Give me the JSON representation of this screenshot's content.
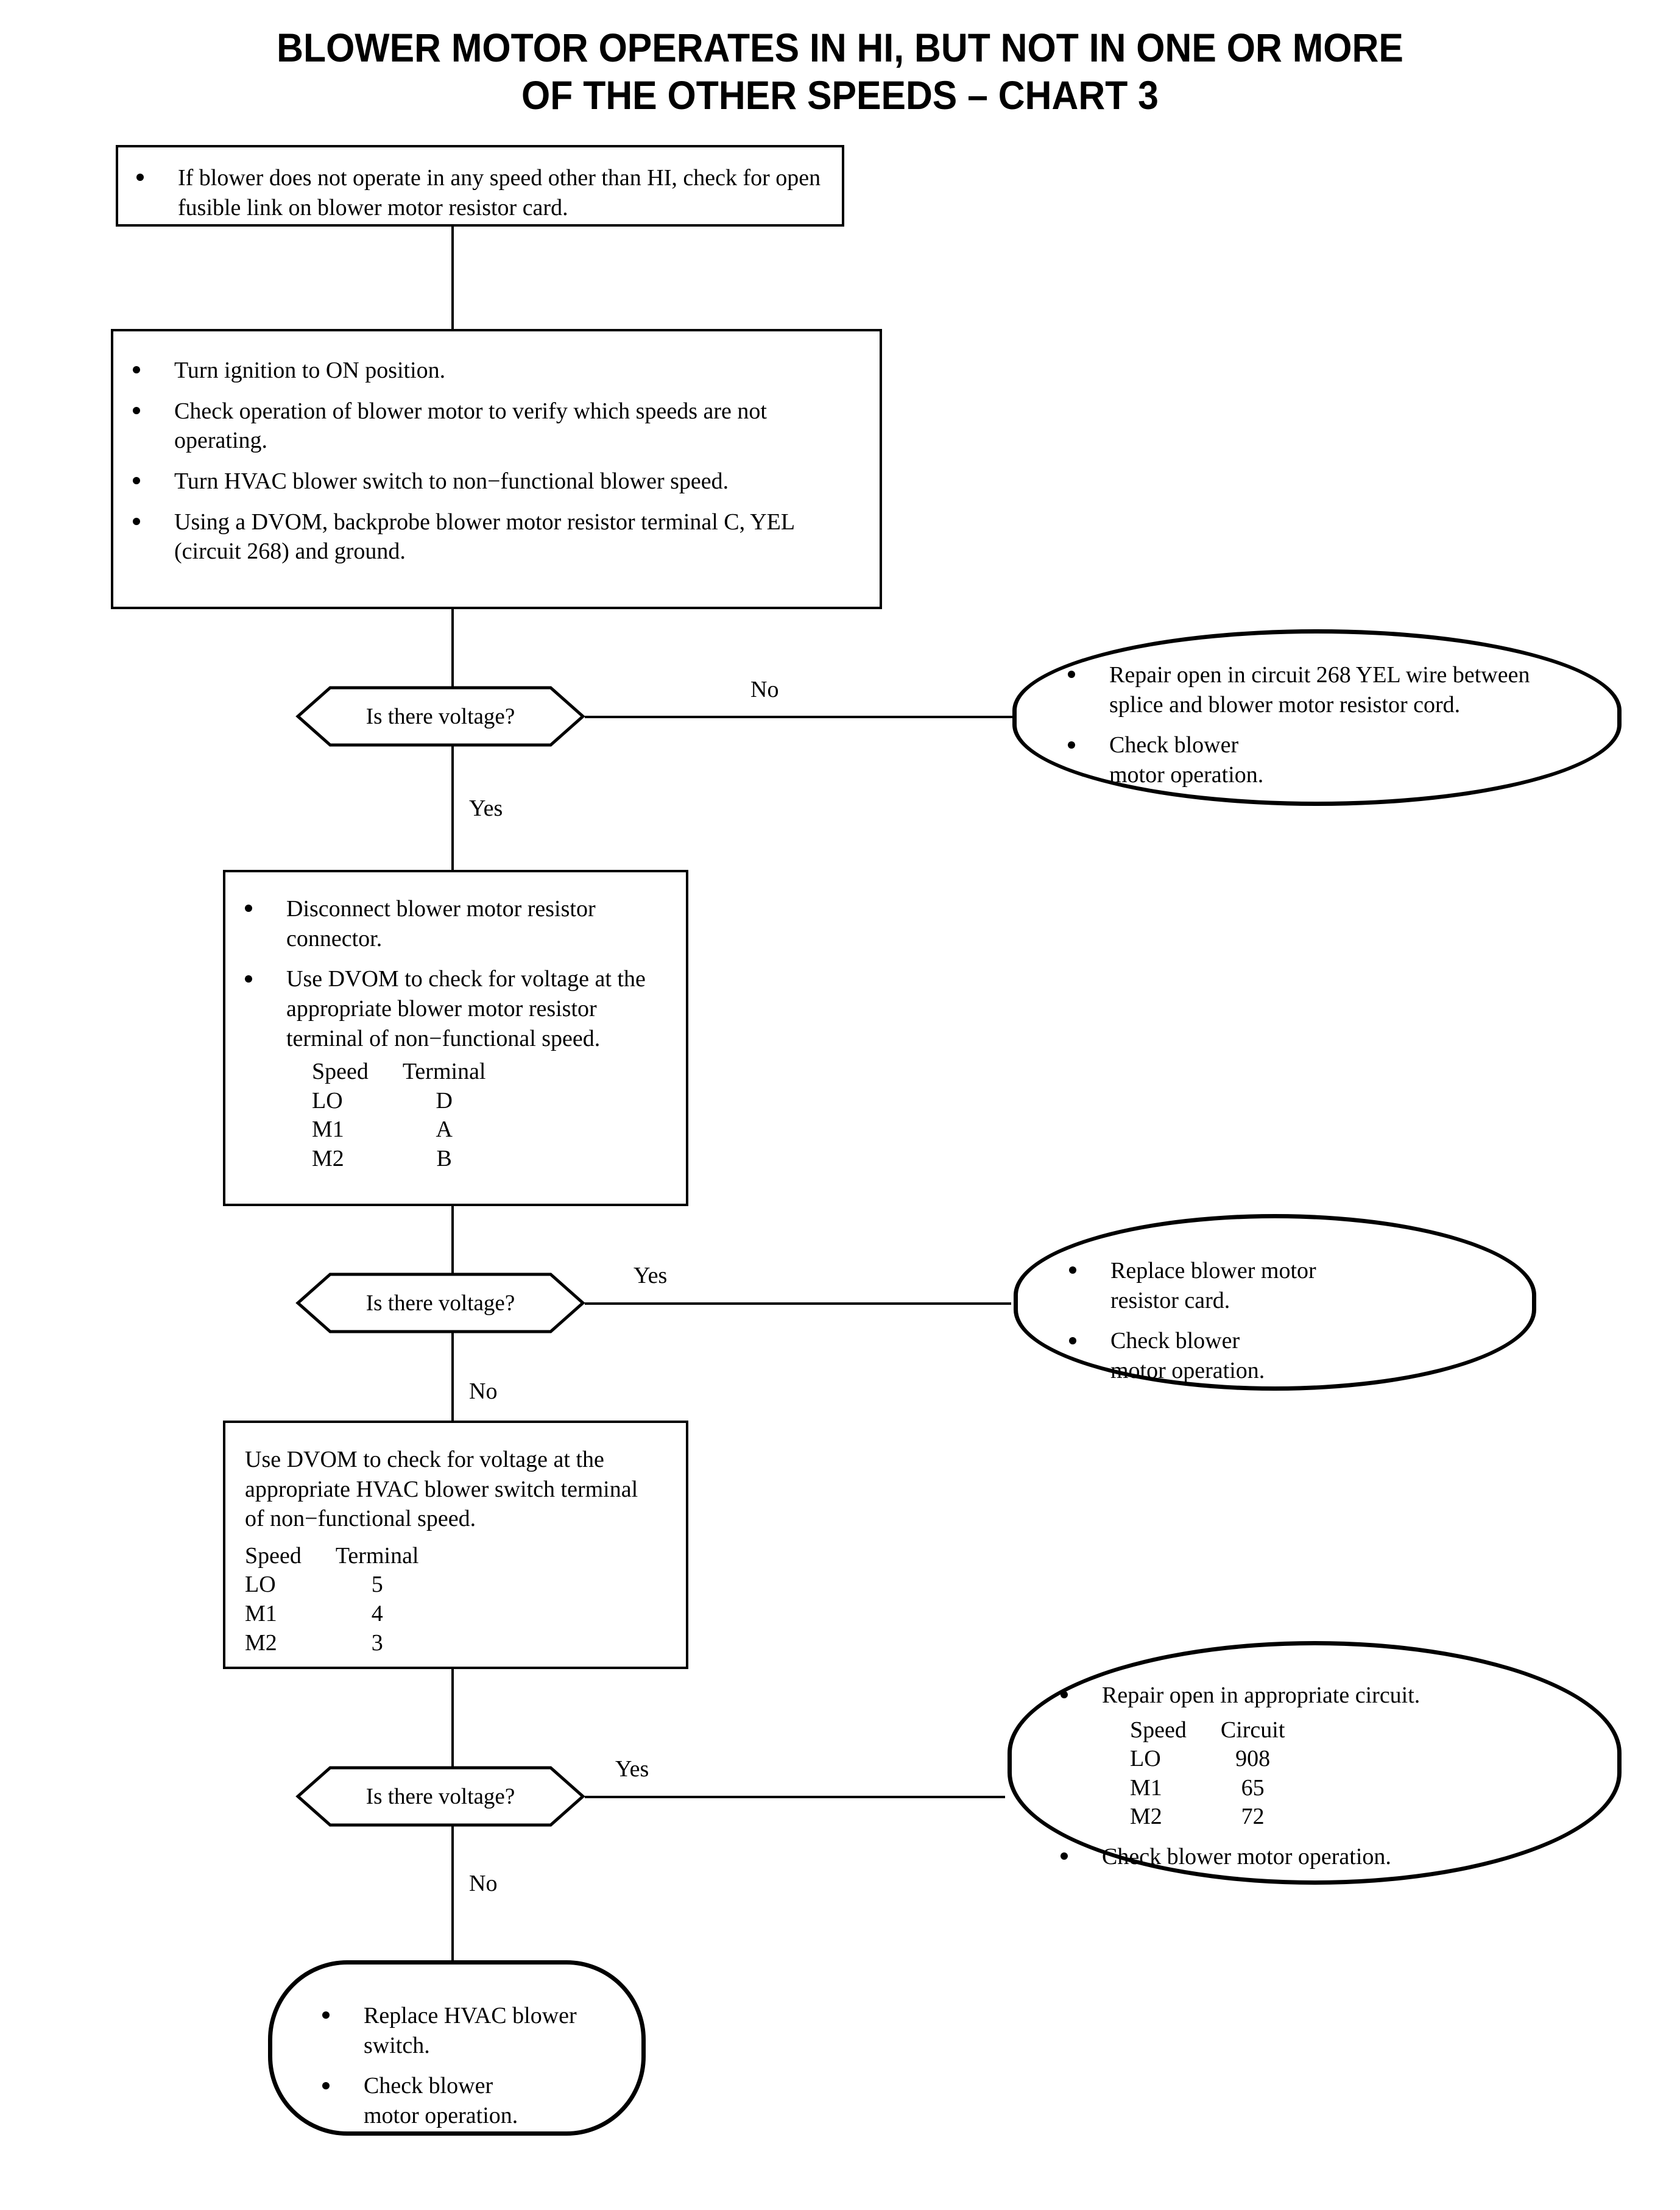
{
  "title": {
    "line1": "BLOWER MOTOR OPERATES IN HI, BUT NOT IN ONE OR MORE",
    "line2": "OF THE OTHER SPEEDS – CHART 3"
  },
  "nodes": {
    "start_box": {
      "bullets": [
        "If blower does not operate in any speed other than HI, check for open fusible link on blower motor resistor card."
      ]
    },
    "step_box_1": {
      "bullets": [
        "Turn ignition to ON position.",
        "Check operation of blower motor to verify which speeds are not operating.",
        "Turn HVAC blower switch to non−functional blower speed.",
        "Using a DVOM, backprobe blower motor resistor terminal C, YEL (circuit 268) and ground."
      ]
    },
    "decision_1": {
      "question": "Is there voltage?",
      "branch_no": "No",
      "branch_yes": "Yes"
    },
    "result_box_1": {
      "bullets": [
        "Repair open in circuit 268 YEL wire between splice and blower motor resistor cord.",
        "Check blower motor operation."
      ]
    },
    "step_box_2": {
      "bullets": [
        "Disconnect blower motor resistor connector.",
        "Use DVOM to check for voltage at the appropriate blower motor resistor terminal of non−functional speed."
      ],
      "table": {
        "headers": [
          "Speed",
          "Terminal"
        ],
        "rows": [
          [
            "LO",
            "D"
          ],
          [
            "M1",
            "A"
          ],
          [
            "M2",
            "B"
          ]
        ]
      }
    },
    "decision_2": {
      "question": "Is there voltage?",
      "branch_yes": "Yes",
      "branch_no": "No"
    },
    "result_box_2": {
      "bullets": [
        "Replace blower motor resistor card.",
        "Check blower motor operation."
      ]
    },
    "step_box_3": {
      "paragraph": "Use DVOM to check for voltage at the appropriate HVAC blower switch terminal of non−functional speed.",
      "table": {
        "headers": [
          "Speed",
          "Terminal"
        ],
        "rows": [
          [
            "LO",
            "5"
          ],
          [
            "M1",
            "4"
          ],
          [
            "M2",
            "3"
          ]
        ]
      }
    },
    "decision_3": {
      "question": "Is there voltage?",
      "branch_yes": "Yes",
      "branch_no": "No"
    },
    "result_box_3": {
      "bullet_1": "Repair open in appropriate circuit.",
      "table": {
        "headers": [
          "Speed",
          "Circuit"
        ],
        "rows": [
          [
            "LO",
            "908"
          ],
          [
            "M1",
            "65"
          ],
          [
            "M2",
            "72"
          ]
        ]
      },
      "bullet_2": "Check blower motor operation."
    },
    "result_box_4": {
      "bullets": [
        "Replace HVAC blower switch.",
        "Check blower motor operation."
      ]
    }
  },
  "colors": {
    "ink": "#000000",
    "paper": "#ffffff"
  }
}
